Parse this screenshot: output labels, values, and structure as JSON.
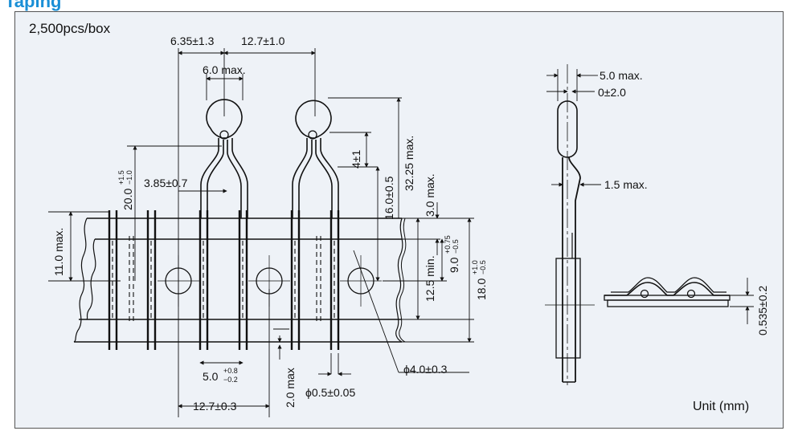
{
  "heading": "Taping",
  "quantity": "2,500pcs/box",
  "unit": "Unit (mm)",
  "dims": {
    "pitch_a": "6.35±1.3",
    "pitch_b": "12.7±1.0",
    "body_width": "6.0 max.",
    "lead_spacing": "3.85±0.7",
    "height_20": "20.0",
    "height_20_tol_up": "+1.5",
    "height_20_tol_dn": "−1.0",
    "kink": "4±1",
    "h16": "16.0±0.5",
    "h32": "32.25 max.",
    "h3": "3.0 max.",
    "w11": "11.0 max.",
    "w12_5": "12.5 min.",
    "w9": "9.0",
    "w9_tol_up": "+0.75",
    "w9_tol_dn": "−0.5",
    "w18": "18.0",
    "w18_tol_up": "+1.0",
    "w18_tol_dn": "−0.5",
    "lead5": "5.0",
    "lead5_tol_up": "+0.8",
    "lead5_tol_dn": "−0.2",
    "tilt": "2.0 max",
    "hole": "ϕ4.0±0.3",
    "lead_dia": "ϕ0.5±0.05",
    "pitch12_7": "12.7±0.3",
    "side_body": "5.0 max.",
    "side_offset": "0±2.0",
    "side_lead": "1.5 max.",
    "tape_thick": "0.535±0.2"
  }
}
